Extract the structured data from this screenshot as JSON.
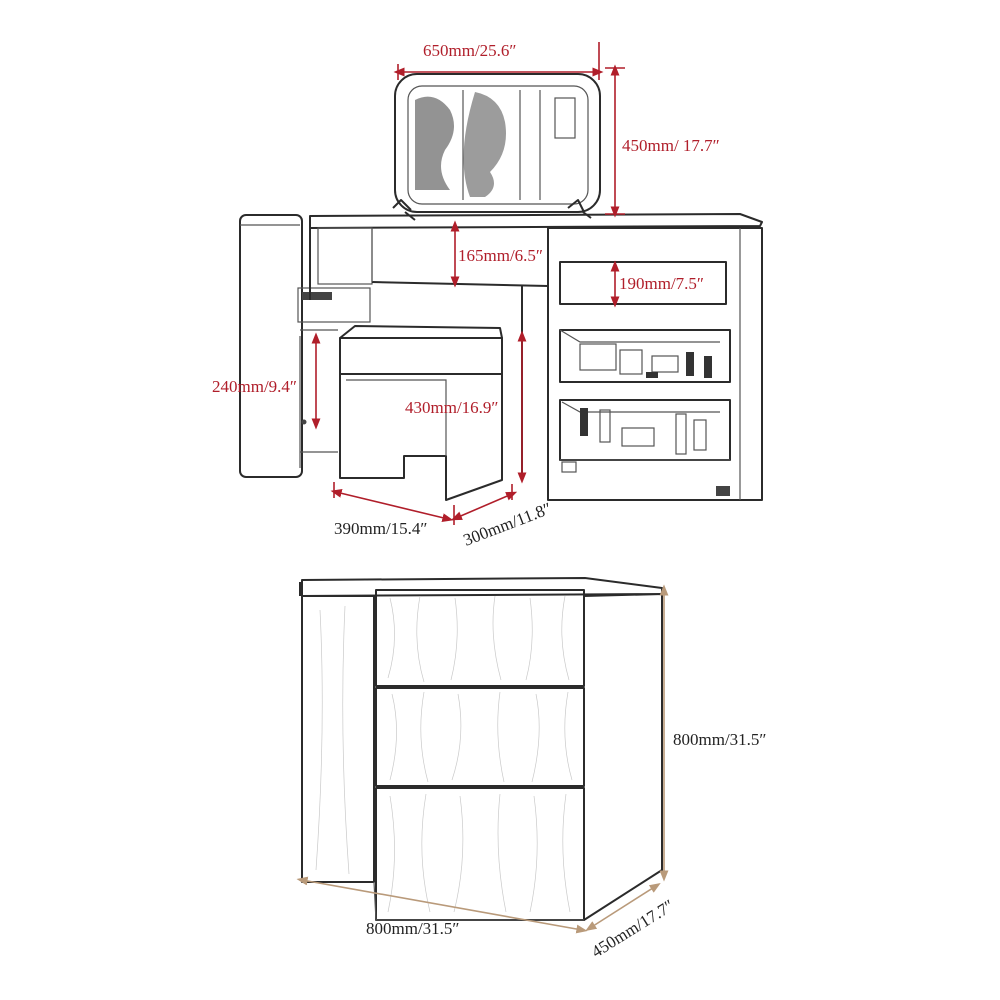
{
  "colors": {
    "dim_top": "#b01e2a",
    "dim_bottom": "#b99a7a",
    "outline": "#2b2b2b"
  },
  "top_view": {
    "dimensions": {
      "mirror_width": "650mm/25.6″",
      "mirror_height": "450mm/ 17.7″",
      "gap_height": "165mm/6.5″",
      "drawer_height": "190mm/7.5″",
      "side_cabinet_height": "240mm/9.4″",
      "stool_height": "430mm/16.9″",
      "stool_width": "390mm/15.4″",
      "stool_depth": "300mm/11.8″"
    }
  },
  "bottom_view": {
    "dimensions": {
      "height": "800mm/31.5″",
      "width": "800mm/31.5″",
      "depth": "450mm/17.7″"
    }
  }
}
